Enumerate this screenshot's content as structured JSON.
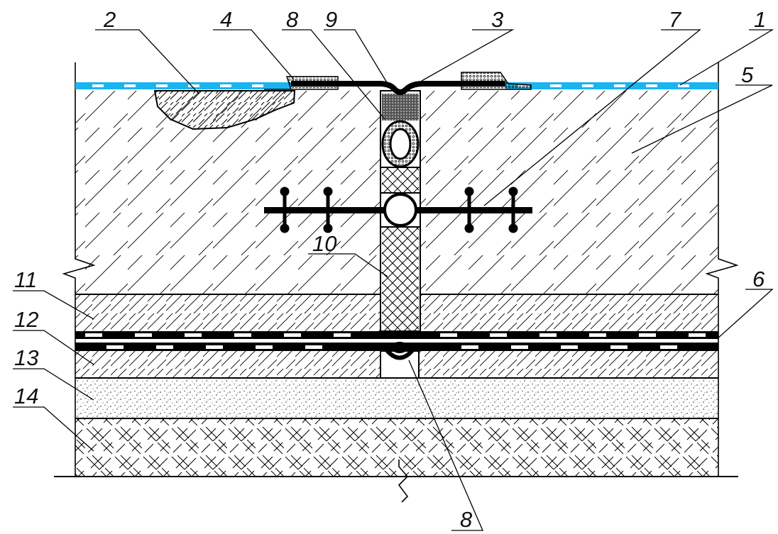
{
  "labels": {
    "l1": "1",
    "l2": "2",
    "l3": "3",
    "l4": "4",
    "l5": "5",
    "l6": "6",
    "l7": "7",
    "l8_top": "8",
    "l8_bottom": "8",
    "l9": "9",
    "l10": "10",
    "l11": "11",
    "l12": "12",
    "l13": "13",
    "l14": "14"
  },
  "colors": {
    "line": "#000000",
    "waterproofing_top": "#1ab4f0",
    "background": "#ffffff"
  }
}
